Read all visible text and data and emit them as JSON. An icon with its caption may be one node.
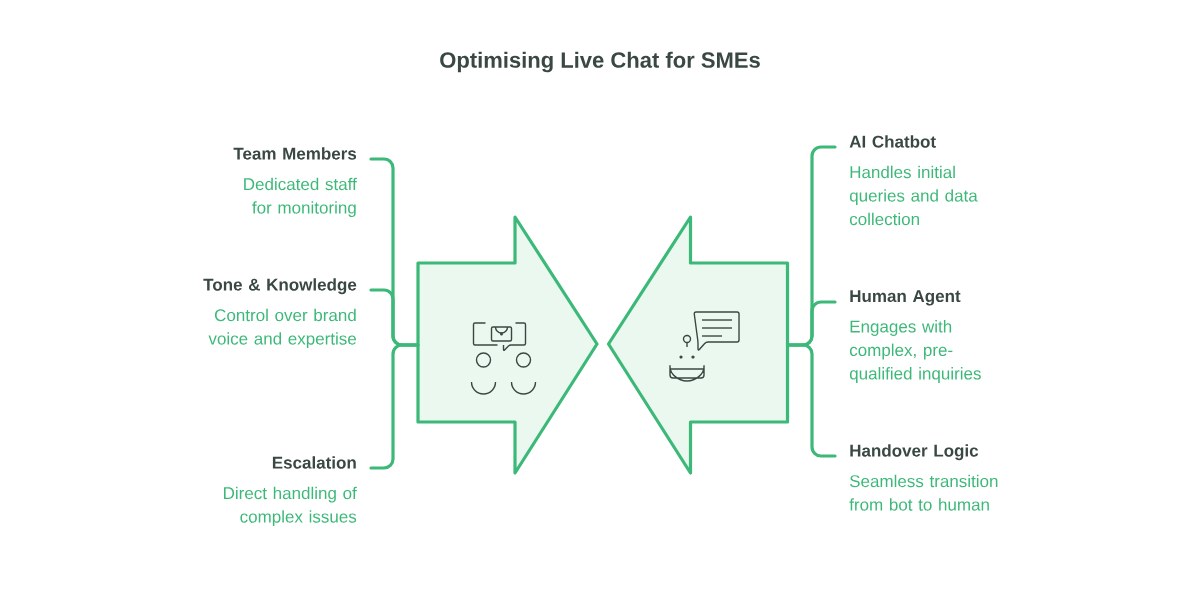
{
  "diagram": {
    "title": "Optimising Live Chat for SMEs",
    "nodes": [
      {
        "text": [
          "Team Members",
          "Dedicated staff for monitoring"
        ]
      },
      {
        "text": [
          "Tone & Knowledge",
          "Control over brand voice and expertise"
        ]
      },
      {
        "text": [
          "Escalation",
          "Direct handling of complex issues"
        ]
      },
      {
        "text": [],
        "shape": "arrow"
      },
      {
        "text": [],
        "shape": "arrow"
      },
      {
        "text": [
          "AI Chatbot",
          "Handles initial queries and data collection"
        ]
      },
      {
        "text": [
          "Human Agent",
          "Engages with complex, pre-qualified inquiries"
        ]
      },
      {
        "text": [
          "Handover Logic",
          "Seamless transition from bot to human"
        ]
      }
    ],
    "edges": [
      {
        "from": 0,
        "to": 3,
        "arrow": "none"
      },
      {
        "from": 1,
        "to": 3,
        "arrow": "none"
      },
      {
        "from": 2,
        "to": 3,
        "arrow": "none"
      },
      {
        "from": 5,
        "to": 4,
        "arrow": "none"
      },
      {
        "from": 6,
        "to": 4,
        "arrow": "none"
      },
      {
        "from": 7,
        "to": 4,
        "arrow": "none"
      }
    ]
  }
}
